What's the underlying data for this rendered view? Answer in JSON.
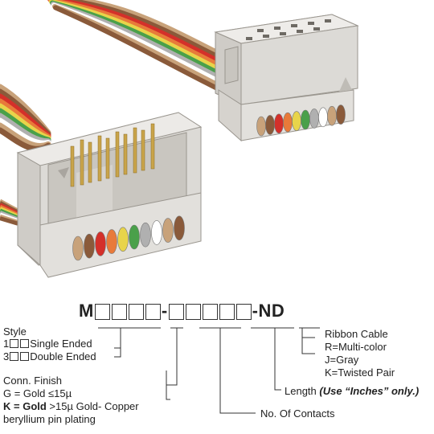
{
  "part_number": {
    "prefix": "M",
    "group1_boxes": 4,
    "sep1": "-",
    "group2_boxes": 5,
    "suffix": "-ND"
  },
  "style": {
    "heading": "Style",
    "opt1_code": "1",
    "opt1_label": "Single Ended",
    "opt2_code": "3",
    "opt2_label": "Double Ended"
  },
  "finish": {
    "heading": "Conn. Finish",
    "g_line": "G = Gold ≤15µ",
    "k_code": "K = Gold",
    "k_rest": " >15µ Gold- Copper",
    "k_line2": "beryllium pin plating"
  },
  "contacts": {
    "label": "No. Of Contacts"
  },
  "length": {
    "label": "Length ",
    "note": "(Use “Inches” only.)"
  },
  "cable": {
    "heading": "Ribbon Cable",
    "r": "R=Multi-color",
    "j": "J=Gray",
    "k": "K=Twisted Pair"
  },
  "colors": {
    "connector": "#dcdad6",
    "connector_shade": "#bdbab4",
    "pins": "#c9a44a",
    "wires": [
      "#c8a27a",
      "#8a5a3a",
      "#d4302a",
      "#e87a3a",
      "#e8d44a",
      "#4aa04a",
      "#b0b0b0",
      "#ffffff",
      "#c8a27a",
      "#8a5a3a"
    ]
  }
}
